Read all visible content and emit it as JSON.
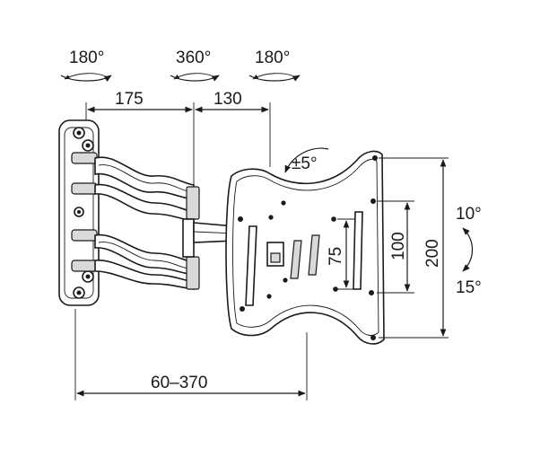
{
  "rotations": {
    "left": "180°",
    "middle": "360°",
    "right": "180°"
  },
  "dimensions": {
    "arm_first": "175",
    "arm_second": "130",
    "plate_tilt_rotate": "±5°",
    "vesa_small": "75",
    "vesa_mid": "100",
    "vesa_large": "200",
    "tilt_up": "10°",
    "tilt_down": "15°",
    "extension": "60–370"
  },
  "colors": {
    "line": "#1a1a1a",
    "fill": "#ffffff",
    "shade": "#d9d9d9"
  }
}
